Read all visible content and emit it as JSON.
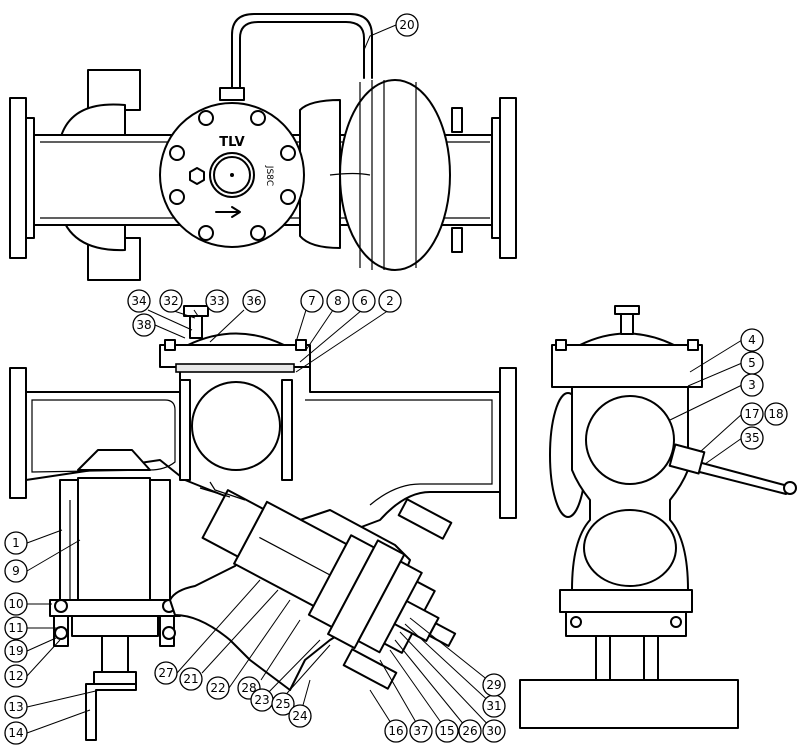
{
  "nameplate": {
    "brand": "TLV",
    "model_mark": "JS8C"
  },
  "callouts": [
    {
      "id": "c20",
      "label": "20"
    },
    {
      "id": "c34",
      "label": "34"
    },
    {
      "id": "c32",
      "label": "32"
    },
    {
      "id": "c33",
      "label": "33"
    },
    {
      "id": "c36",
      "label": "36"
    },
    {
      "id": "c7",
      "label": "7"
    },
    {
      "id": "c8",
      "label": "8"
    },
    {
      "id": "c6",
      "label": "6"
    },
    {
      "id": "c2",
      "label": "2"
    },
    {
      "id": "c38",
      "label": "38"
    },
    {
      "id": "c1",
      "label": "1"
    },
    {
      "id": "c9",
      "label": "9"
    },
    {
      "id": "c10",
      "label": "10"
    },
    {
      "id": "c11",
      "label": "11"
    },
    {
      "id": "c19",
      "label": "19"
    },
    {
      "id": "c12",
      "label": "12"
    },
    {
      "id": "c13",
      "label": "13"
    },
    {
      "id": "c14",
      "label": "14"
    },
    {
      "id": "c27",
      "label": "27"
    },
    {
      "id": "c21",
      "label": "21"
    },
    {
      "id": "c22",
      "label": "22"
    },
    {
      "id": "c28",
      "label": "28"
    },
    {
      "id": "c23",
      "label": "23"
    },
    {
      "id": "c25",
      "label": "25"
    },
    {
      "id": "c24",
      "label": "24"
    },
    {
      "id": "c16",
      "label": "16"
    },
    {
      "id": "c37",
      "label": "37"
    },
    {
      "id": "c15",
      "label": "15"
    },
    {
      "id": "c26",
      "label": "26"
    },
    {
      "id": "c30",
      "label": "30"
    },
    {
      "id": "c31",
      "label": "31"
    },
    {
      "id": "c29",
      "label": "29"
    },
    {
      "id": "c4",
      "label": "4"
    },
    {
      "id": "c5",
      "label": "5"
    },
    {
      "id": "c3",
      "label": "3"
    },
    {
      "id": "c17",
      "label": "17"
    },
    {
      "id": "c18",
      "label": "18"
    },
    {
      "id": "c35",
      "label": "35"
    }
  ]
}
